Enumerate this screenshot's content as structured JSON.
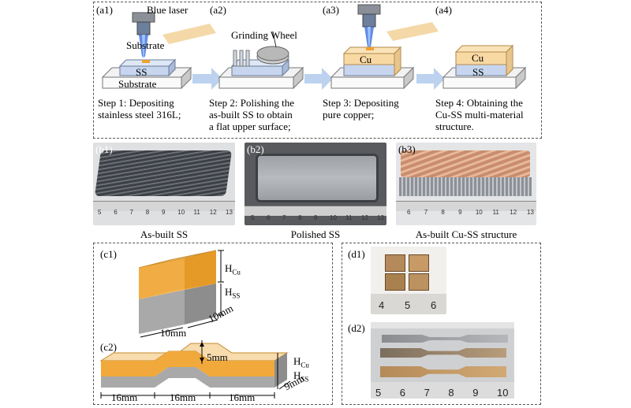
{
  "panel_a": {
    "labels": [
      "(a1)",
      "(a2)",
      "(a3)",
      "(a4)"
    ],
    "blue_laser": "Blue laser",
    "substrate": "Substrate",
    "grinding_wheel": "Grinding Wheel",
    "ss": "SS",
    "cu": "Cu",
    "steps": [
      "Step 1: Depositing\nstainless steel 316L;",
      "Step 2: Polishing the\nas-built SS  to obtain\na flat upper surface;",
      "Step 3: Depositing\npure copper;",
      "Step 4: Obtaining the\nCu-SS multi-material\nstructure."
    ]
  },
  "panel_b": {
    "labels": [
      "(b1)",
      "(b2)",
      "(b3)"
    ],
    "captions": [
      "As-built SS",
      "Polished SS",
      "As-built Cu-SS structure"
    ],
    "ruler_b1": [
      "5",
      "6",
      "7",
      "8",
      "9",
      "10",
      "11",
      "12",
      "13"
    ],
    "ruler_b2": [
      "5",
      "6",
      "7",
      "8",
      "9",
      "10",
      "11",
      "12",
      "13"
    ],
    "ruler_b3": [
      "6",
      "7",
      "8",
      "9",
      "10",
      "11",
      "12",
      "13"
    ]
  },
  "panel_c": {
    "labels": [
      "(c1)",
      "(c2)"
    ],
    "h_cu": "H",
    "h_cu_sub": "Cu",
    "h_ss": "H",
    "h_ss_sub": "SS",
    "dims_c1": [
      "10mm",
      "10mm"
    ],
    "dim_5mm": "5mm",
    "dims_c2": [
      "16mm",
      "16mm",
      "16mm",
      "9mm"
    ]
  },
  "panel_d": {
    "labels": [
      "(d1)",
      "(d2)"
    ],
    "ruler_d1": [
      "4",
      "5",
      "6"
    ],
    "ruler_d2": [
      "5",
      "6",
      "7",
      "8",
      "9",
      "10"
    ]
  }
}
